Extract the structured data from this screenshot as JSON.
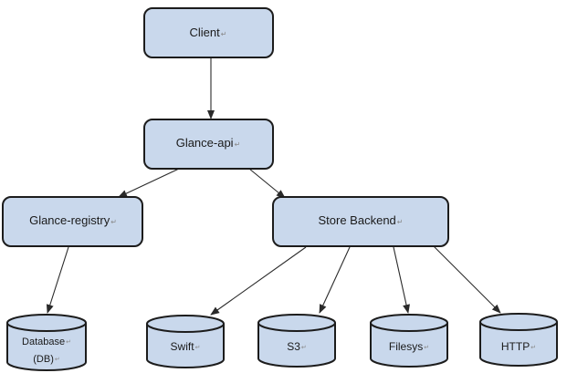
{
  "diagram": {
    "nodes": {
      "client": {
        "label": "Client"
      },
      "glance_api": {
        "label": "Glance-api"
      },
      "glance_registry": {
        "label": "Glance-registry"
      },
      "store_backend": {
        "label": "Store Backend"
      },
      "database": {
        "label_line1": "Database",
        "label_line2": "(DB)"
      },
      "swift": {
        "label": "Swift"
      },
      "s3": {
        "label": "S3"
      },
      "filesys": {
        "label": "Filesys"
      },
      "http": {
        "label": "HTTP"
      }
    },
    "paragraph_mark": "↵",
    "colors": {
      "node_fill": "#c9d8ec",
      "node_stroke": "#1c1c1c",
      "edge": "#2a2a2a"
    }
  }
}
